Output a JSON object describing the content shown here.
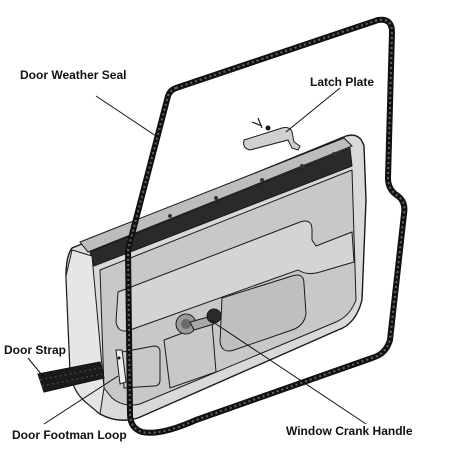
{
  "labels": {
    "door_weather_seal": "Door Weather Seal",
    "latch_plate": "Latch Plate",
    "door_strap": "Door Strap",
    "door_footman_loop": "Door Footman Loop",
    "window_crank_handle": "Window Crank Handle"
  },
  "colors": {
    "panel_fill": "#d9d9d9",
    "panel_face": "#c8c8c8",
    "outline": "#1a1a1a",
    "seal": "#111111",
    "seal_texture": "#555555",
    "leader": "#111111"
  }
}
